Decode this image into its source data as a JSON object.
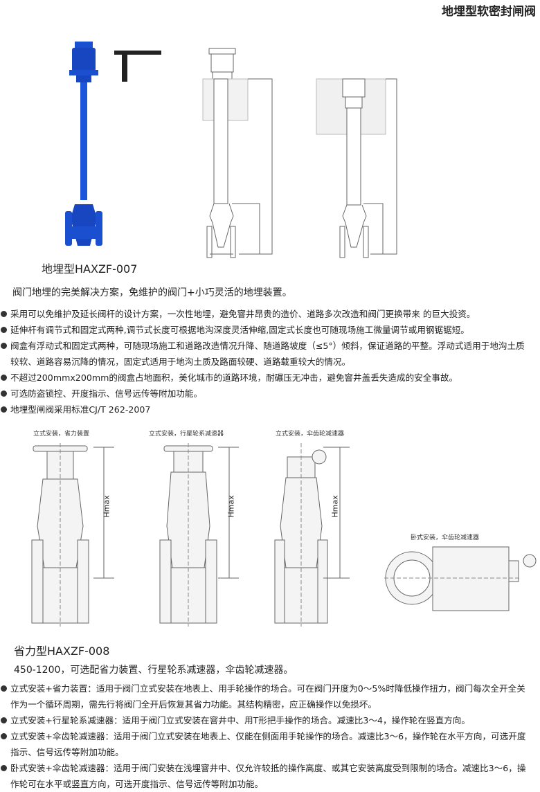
{
  "page_title": "地埋型软密封闸阀",
  "section1": {
    "product_caption": "地埋型HAXZF-007",
    "intro": "阀门地埋的完美解决方案，免维护的阀门+小巧灵活的地埋装置。",
    "bullets": [
      "采用可以免维护及延长阀杆的设计方案，一次性地埋，避免窨井昂贵的造价、道路多次改造和阀门更换带来 的巨大投资。",
      "延伸杆有调节式和固定式两种,调节式长度可根据地沟深度灵活伸缩,固定式长度也可随现场施工微量调节或用钢锯锯短。",
      "阀盒有浮动式和固定式两种，可随现场施工和道路改造情况升降、随道路坡度（≤5°）倾斜，保证道路的平整。浮动式适用于地沟土质较软、道路容易沉降的情况，固定式适用于地沟土质及路面较硬、道路载重较大的情况。",
      "不超过200mmx200mm的阀盒占地面积，美化城市的道路环境，耐碾压无冲击，避免窨井盖丢失造成的安全事故。",
      "可选防盗锁控、开度指示、信号远传等附加功能。",
      "地埋型闸阀采用标准CJ/T 262-2007"
    ]
  },
  "diagrams": {
    "labels": [
      "立式安装，省力装置",
      "立式安装，行星轮系减速器",
      "立式安装，伞齿轮减速器",
      "卧式安装，伞齿轮减速器"
    ],
    "dimension": "Hmax"
  },
  "section2": {
    "product_caption": "省力型HAXZF-008",
    "intro": "450-1200，可选配省力装置、行星轮系减速器，伞齿轮减速器。",
    "bullets": [
      "立式安装+省力装置：适用于阀门立式安装在地表上、用手轮操作的场合。可在阀门开度为0～5%时降低操作扭力，阀门每次全开全关作为一个循环周期，需先行将阀门全开后恢复其省力功能。其结构精密，应正确操作以免损坏。",
      "立式安装+行星轮系减速器：适用于阀门立式安装在窨井中、用T形把手操作的场合。减速比3～4，操作轮在竖直方向。",
      "立式安装+伞齿轮减速器：适用于阀门立式安装在地表上、仅能在侧面用手轮操作的场合。减速比3～6，操作轮在水平方向，可选开度指示、信号远传等附加功能。",
      "卧式安装+伞齿轮减速器：适用于阀门安装在浅埋窨井中、仅允许较抵的操作高度、或其它安装高度受到限制的场合。减速比3～6，操作轮可在水平或竖直方向，可选开度指示、信号远传等附加功能。"
    ]
  },
  "colors": {
    "valve_blue": "#1a4fd0",
    "line": "#555555",
    "text": "#222222"
  }
}
